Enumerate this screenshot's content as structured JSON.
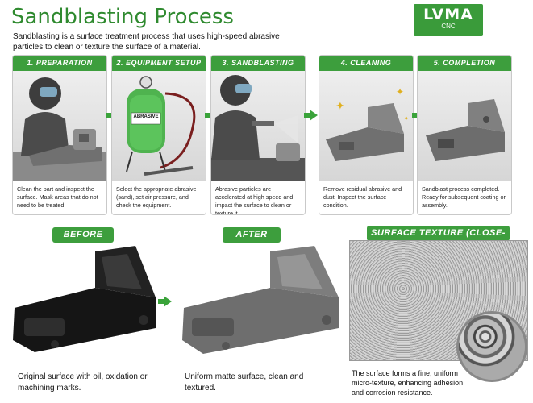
{
  "header": {
    "title": "Sandblasting Process",
    "intro": "Sandblasting is a surface treatment process that uses high-speed abrasive particles to clean or texture the surface of a material."
  },
  "logo": {
    "line1": "LVMA",
    "line2": "CNC"
  },
  "steps": [
    {
      "label": "1. PREPARATION",
      "text": "Clean the part and inspect the surface. Mask areas that do not need to be treated."
    },
    {
      "label": "2. EQUIPMENT SETUP",
      "text": "Select the appropriate abrasive (sand), set air pressure, and check the equipment.",
      "tank_label": "ABRASIVE"
    },
    {
      "label": "3. SANDBLASTING",
      "text": "Abrasive particles are accelerated at high speed and impact the surface to clean or texture it."
    },
    {
      "label": "4. CLEANING",
      "text": "Remove residual abrasive and dust. Inspect the surface condition."
    },
    {
      "label": "5. COMPLETION",
      "text": "Sandblast process completed. Ready for subsequent coating or assembly."
    }
  ],
  "before": {
    "label": "BEFORE",
    "caption": "Original surface with oil, oxidation or machining marks."
  },
  "after": {
    "label": "AFTER",
    "caption": "Uniform matte surface, clean and textured."
  },
  "texture": {
    "label": "SURFACE TEXTURE (CLOSE-UP)",
    "caption": "The surface forms a fine, uniform micro-texture, enhancing adhesion and corrosion resistance."
  },
  "colors": {
    "accent": "#3d9e3d",
    "title": "#2f8a2f"
  }
}
